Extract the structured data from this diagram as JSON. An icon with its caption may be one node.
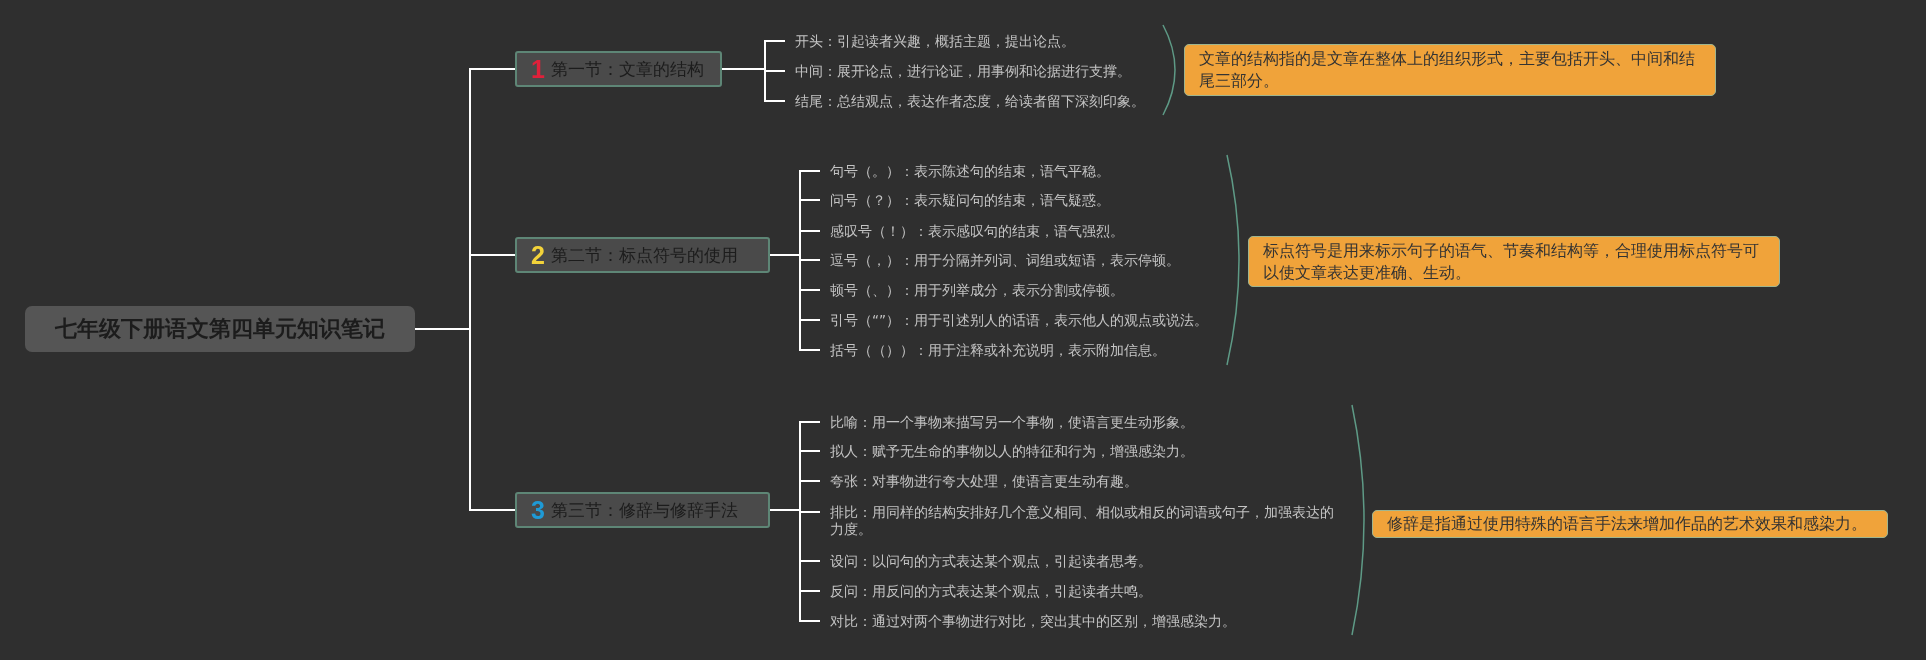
{
  "diagram": {
    "nodes": [
      {
        "text": [
          "七年级下册语文第四单元知识笔记"
        ]
      },
      {
        "text": [
          "1",
          "第一节：文章的结构"
        ]
      },
      {
        "text": [
          "开头：引起读者兴趣，概括主题，提出论点。"
        ]
      },
      {
        "text": [
          "中间：展开论点，进行论证，用事例和论据进行支撑。"
        ]
      },
      {
        "text": [
          "结尾：总结观点，表达作者态度，给读者留下深刻印象。"
        ]
      },
      {
        "text": [
          "文章的结构指的是文章在整体上的组织形式，主要包括开头、中间和结尾三部分。"
        ]
      },
      {
        "text": [
          "2",
          "第二节：标点符号的使用"
        ]
      },
      {
        "text": [
          "句号（。）：表示陈述句的结束，语气平稳。"
        ]
      },
      {
        "text": [
          "问号（？）：表示疑问句的结束，语气疑惑。"
        ]
      },
      {
        "text": [
          "感叹号（！）：表示感叹句的结束，语气强烈。"
        ]
      },
      {
        "text": [
          "逗号（，）：用于分隔并列词、词组或短语，表示停顿。"
        ]
      },
      {
        "text": [
          "顿号（、）：用于列举成分，表示分割或停顿。"
        ]
      },
      {
        "text": [
          "引号（“”）：用于引述别人的话语，表示他人的观点或说法。"
        ]
      },
      {
        "text": [
          "括号（（））：用于注释或补充说明，表示附加信息。"
        ]
      },
      {
        "text": [
          "标点符号是用来标示句子的语气、节奏和结构等，合理使用标点符号可以使文章表达更准确、生动。"
        ]
      },
      {
        "text": [
          "3",
          "第三节：修辞与修辞手法"
        ]
      },
      {
        "text": [
          "比喻：用一个事物来描写另一个事物，使语言更生动形象。"
        ]
      },
      {
        "text": [
          "拟人：赋予无生命的事物以人的特征和行为，增强感染力。"
        ]
      },
      {
        "text": [
          "夸张：对事物进行夸大处理，使语言更生动有趣。"
        ]
      },
      {
        "text": [
          "排比：用同样的结构安排好几个意义相同、相似或相反的词语或句子，加强表达的力度。"
        ]
      },
      {
        "text": [
          "设问：以问句的方式表达某个观点，引起读者思考。"
        ]
      },
      {
        "text": [
          "反问：用反问的方式表达某个观点，引起读者共鸣。"
        ]
      },
      {
        "text": [
          "对比：通过对两个事物进行对比，突出其中的区别，增强感染力。"
        ]
      },
      {
        "text": [
          "修辞是指通过使用特殊的语言手法来增加作品的艺术效果和感染力。"
        ]
      }
    ],
    "edges": [
      {
        "from": 0,
        "to": 1,
        "arrow": "none"
      },
      {
        "from": 0,
        "to": 6,
        "arrow": "none"
      },
      {
        "from": 0,
        "to": 15,
        "arrow": "none"
      },
      {
        "from": 1,
        "to": 2,
        "arrow": "none"
      },
      {
        "from": 1,
        "to": 3,
        "arrow": "none"
      },
      {
        "from": 1,
        "to": 4,
        "arrow": "none"
      },
      {
        "from": 6,
        "to": 7,
        "arrow": "none"
      },
      {
        "from": 6,
        "to": 8,
        "arrow": "none"
      },
      {
        "from": 6,
        "to": 9,
        "arrow": "none"
      },
      {
        "from": 6,
        "to": 10,
        "arrow": "none"
      },
      {
        "from": 6,
        "to": 11,
        "arrow": "none"
      },
      {
        "from": 6,
        "to": 12,
        "arrow": "none"
      },
      {
        "from": 6,
        "to": 13,
        "arrow": "none"
      },
      {
        "from": 15,
        "to": 16,
        "arrow": "none"
      },
      {
        "from": 15,
        "to": 17,
        "arrow": "none"
      },
      {
        "from": 15,
        "to": 18,
        "arrow": "none"
      },
      {
        "from": 15,
        "to": 19,
        "arrow": "none"
      },
      {
        "from": 15,
        "to": 20,
        "arrow": "none"
      },
      {
        "from": 15,
        "to": 21,
        "arrow": "none"
      },
      {
        "from": 15,
        "to": 22,
        "arrow": "none"
      }
    ]
  }
}
